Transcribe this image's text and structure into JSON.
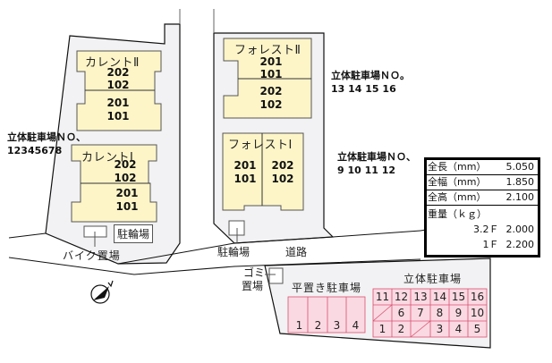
{
  "buildings": {
    "current_2": {
      "name": "カレントⅡ",
      "units_top": [
        "202",
        "102"
      ],
      "units_bottom": [
        "201",
        "101"
      ]
    },
    "current_1": {
      "name": "カレントⅠ",
      "units_top": [
        "202",
        "102"
      ],
      "units_bottom": [
        "201",
        "101"
      ]
    },
    "forest_2": {
      "name": "フォレストⅡ",
      "units_top": [
        "201",
        "101"
      ],
      "units_bottom": [
        "202",
        "102"
      ]
    },
    "forest_1": {
      "name": "フォレストⅠ",
      "units_left": [
        "201",
        "101"
      ],
      "units_right": [
        "202",
        "102"
      ]
    }
  },
  "notes": {
    "left_parking_no": {
      "title": "立体駐車場ＮＯ、",
      "numbers": "12345678"
    },
    "right_parking_no_top": {
      "title": "立体駐車場ＮＯ。",
      "numbers": "13 14 15 16"
    },
    "right_parking_no_mid": {
      "title": "立体駐車場ＮＯ、",
      "numbers": "9 10 11 12"
    }
  },
  "labels": {
    "bike_parking_left": "駐輪場",
    "motorbike_parking": "バイク置場",
    "bike_parking_right": "駐輪場",
    "road": "道路",
    "garbage": "ゴミ\n置場",
    "garbage_line1": "ゴミ",
    "garbage_line2": "置場",
    "flat_parking": "平置き駐車場",
    "multi_parking": "立体駐車場"
  },
  "spec_table": {
    "rows": [
      {
        "label": "全長（mm）",
        "value": "5.050"
      },
      {
        "label": "全幅（mm）",
        "value": "1.850"
      },
      {
        "label": "全高（mm）",
        "value": "2.100"
      }
    ],
    "weight_label": "重量（ｋｇ）",
    "weights": [
      {
        "floor": "3.2Ｆ",
        "value": "2.000"
      },
      {
        "floor": "1Ｆ",
        "value": "2.200"
      }
    ]
  },
  "flat_parking_slots": [
    "1",
    "2",
    "3",
    "4"
  ],
  "multi_parking_grid": {
    "row1": [
      "11",
      "12",
      "13",
      "14",
      "15",
      "16"
    ],
    "row2": [
      "",
      "6",
      "7",
      "8",
      "9",
      "10"
    ],
    "row3": [
      "1",
      "2",
      "",
      "3",
      "4",
      "5"
    ]
  },
  "compass": {
    "icon": "north-arrow-icon",
    "direction": "N"
  },
  "colors": {
    "building_fill": "#fdf5c8",
    "lot_fill": "#f2f2f4",
    "parking_fill": "#fbd9e2",
    "parking_border": "#d9506f"
  }
}
